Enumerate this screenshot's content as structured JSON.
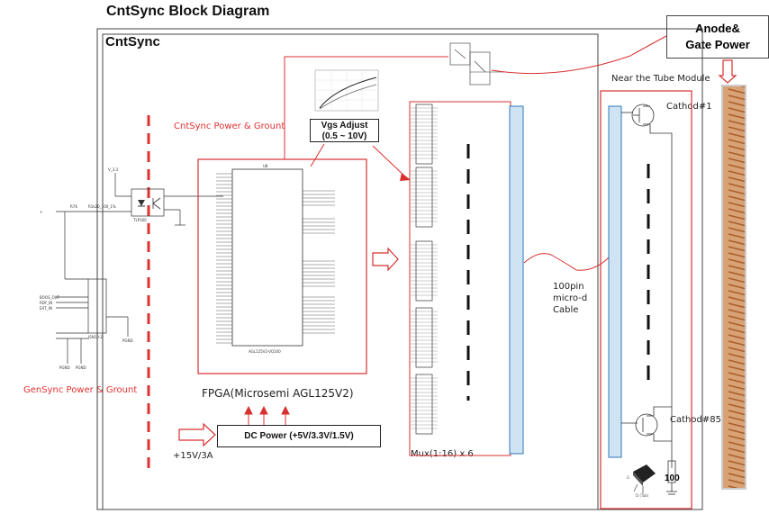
{
  "title": "CntSync Block Diagram",
  "cntsync_label": "CntSync",
  "anode_gate": {
    "line1": "Anode&",
    "line2": "Gate Power"
  },
  "near_tube": "Near the Tube Module",
  "cntsync_power": "CntSync Power & Grount",
  "gensync_power": "GenSync Power & Grount",
  "vgs_adjust": {
    "line1": "Vgs Adjust",
    "line2": "(0.5 ~ 10V)"
  },
  "fpga_label": "FPGA(Microsemi AGL125V2)",
  "dc_power": "DC Power (+5V/3.3V/1.5V)",
  "input_15v": "+15V/3A",
  "mux_label": "Mux(1:16) x 6",
  "cable_label": {
    "line1": "100pin",
    "line2": "micro-d",
    "line3": "Cable"
  },
  "cathode_top": "Cathod#1",
  "cathode_bottom": "Cathod#85",
  "resistor_value": "100",
  "colors": {
    "red": "#e03030",
    "blue_bar": "#cfe3f3",
    "blue_border": "#2f7ab8",
    "connector": "#c9844f"
  }
}
